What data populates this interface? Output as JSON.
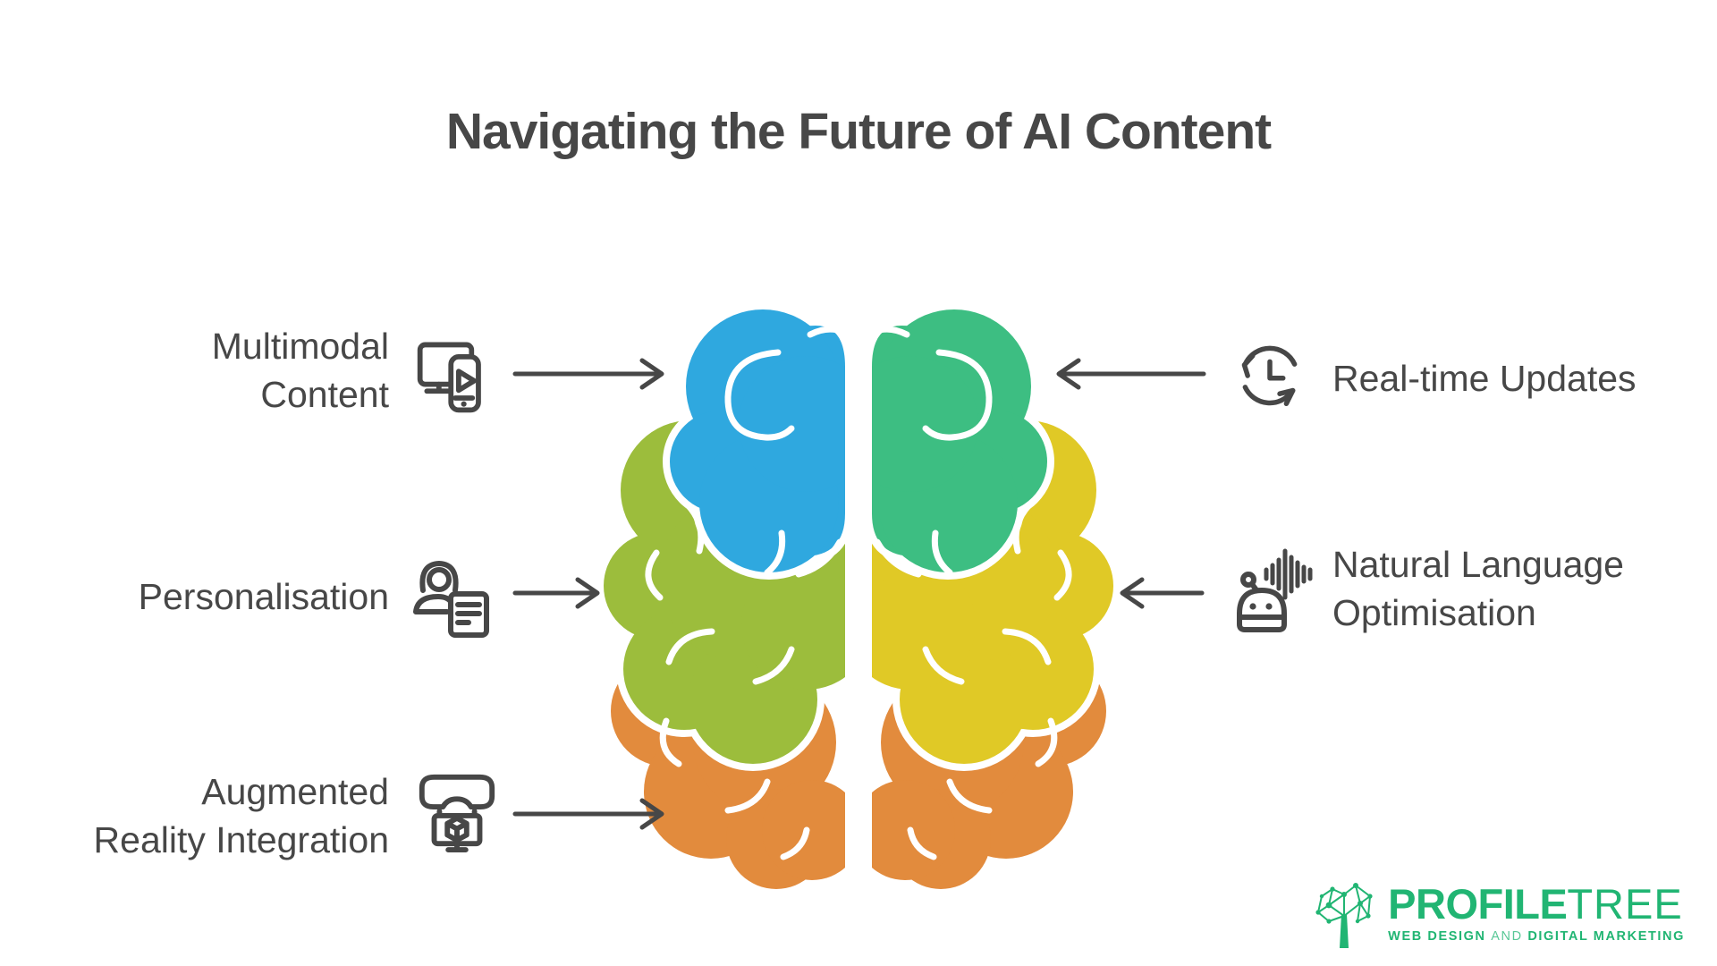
{
  "title": "Navigating the Future of AI Content",
  "features": {
    "multimodal": {
      "label": "Multimodal\nContent",
      "icon": "monitor-phone-play-icon"
    },
    "personalisation": {
      "label": "Personalisation",
      "icon": "person-document-icon"
    },
    "augmented_reality": {
      "label": "Augmented\nReality Integration",
      "icon": "vr-goggles-monitor-cube-icon"
    },
    "real_time": {
      "label": "Real-time Updates",
      "icon": "clock-refresh-icon"
    },
    "natural_language": {
      "label": "Natural Language\nOptimisation",
      "icon": "robot-voice-waves-icon"
    }
  },
  "brand": {
    "profile": "PROFILE",
    "tree": "TREE",
    "tagline_web": "WEB DESIGN",
    "tagline_and": "AND",
    "tagline_digital": "DIGITAL MARKETING"
  },
  "colors": {
    "blue": "#2FA8DF",
    "green": "#3DBE82",
    "lime": "#9CBD3C",
    "yellow": "#E0C926",
    "orange": "#E28B3D",
    "ink": "#474747",
    "brand": "#21B573"
  }
}
